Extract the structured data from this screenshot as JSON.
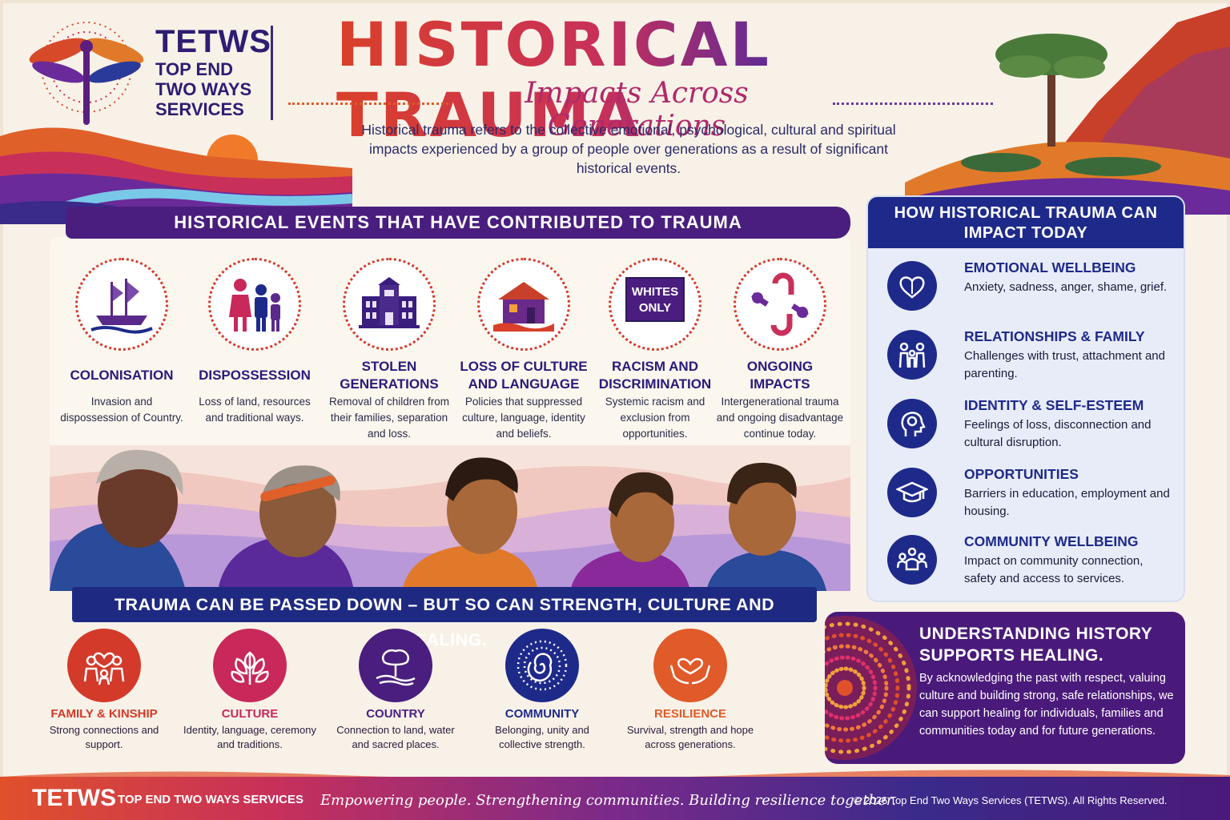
{
  "logo": {
    "brand": "TETWS",
    "subtitle": "TOP END TWO WAYS SERVICES"
  },
  "header": {
    "title": "HISTORICAL TRAUMA",
    "subtitle": "Impacts Across Generations",
    "intro": "Historical trauma refers to the collective emotional, psychological, cultural and spiritual impacts experienced by a group of people over generations as a result of significant historical events."
  },
  "events": {
    "title": "HISTORICAL EVENTS THAT HAVE CONTRIBUTED TO TRAUMA",
    "items": [
      {
        "name": "COLONISATION",
        "desc": "Invasion and dispossession of Country.",
        "icon": "ship-icon"
      },
      {
        "name": "DISPOSSESSION",
        "desc": "Loss of land, resources and traditional ways.",
        "icon": "family-icon"
      },
      {
        "name": "STOLEN GENERATIONS",
        "desc": "Removal of children from their families, separation and loss.",
        "icon": "institution-icon"
      },
      {
        "name": "LOSS OF CULTURE AND LANGUAGE",
        "desc": "Policies that suppressed culture, language, identity and beliefs.",
        "icon": "house-icon"
      },
      {
        "name": "RACISM AND DISCRIMINATION",
        "desc": "Systemic racism and exclusion from opportunities.",
        "icon": "sign-icon",
        "sign_text": "WHITES ONLY"
      },
      {
        "name": "ONGOING IMPACTS",
        "desc": "Intergenerational trauma and ongoing disadvantage continue today.",
        "icon": "broken-chain-icon"
      }
    ]
  },
  "healing_banner": "TRAUMA CAN BE PASSED DOWN – BUT SO CAN STRENGTH, CULTURE AND HEALING.",
  "strengths": [
    {
      "name": "FAMILY & KINSHIP",
      "desc": "Strong connections and support.",
      "color": "#d33a2a",
      "icon": "family-heart-icon"
    },
    {
      "name": "CULTURE",
      "desc": "Identity, language, ceremony and traditions.",
      "color": "#c8285a",
      "icon": "leaves-icon"
    },
    {
      "name": "COUNTRY",
      "desc": "Connection to land, water and sacred places.",
      "color": "#4a1e7e",
      "icon": "tree-icon"
    },
    {
      "name": "COMMUNITY",
      "desc": "Belonging, unity and collective strength.",
      "color": "#1e2a8a",
      "icon": "spiral-icon"
    },
    {
      "name": "RESILIENCE",
      "desc": "Survival, strength and hope across generations.",
      "color": "#e05a2a",
      "icon": "hands-heart-icon"
    }
  ],
  "impact": {
    "title": "HOW HISTORICAL TRAUMA CAN IMPACT TODAY",
    "items": [
      {
        "name": "EMOTIONAL WELLBEING",
        "desc": "Anxiety, sadness, anger, shame, grief.",
        "icon": "heart-brain-icon"
      },
      {
        "name": "RELATIONSHIPS & FAMILY",
        "desc": "Challenges with trust, attachment and parenting.",
        "icon": "family-icon"
      },
      {
        "name": "IDENTITY & SELF-ESTEEM",
        "desc": "Feelings of loss, disconnection and cultural disruption.",
        "icon": "head-icon"
      },
      {
        "name": "OPPORTUNITIES",
        "desc": "Barriers in education, employment and housing.",
        "icon": "graduation-cap-icon"
      },
      {
        "name": "COMMUNITY WELLBEING",
        "desc": "Impact on community connection, safety and access to services.",
        "icon": "community-icon"
      }
    ]
  },
  "healing": {
    "title": "UNDERSTANDING HISTORY SUPPORTS HEALING.",
    "text": "By acknowledging the past with respect, valuing culture and building strong, safe relationships, we can support healing for individuals, families and communities today and for future generations."
  },
  "footer": {
    "brand": "TETWS",
    "name": "TOP END TWO WAYS SERVICES",
    "tagline": "Empowering people. Strengthening communities. Building resilience together.",
    "copyright": "© 2026 Top End Two Ways Services (TETWS). All Rights Reserved."
  },
  "colors": {
    "navy": "#1e2a8a",
    "purple": "#4a1e7e",
    "red": "#d33a2a",
    "orange": "#e05a2a",
    "cream": "#f8f1e7"
  }
}
